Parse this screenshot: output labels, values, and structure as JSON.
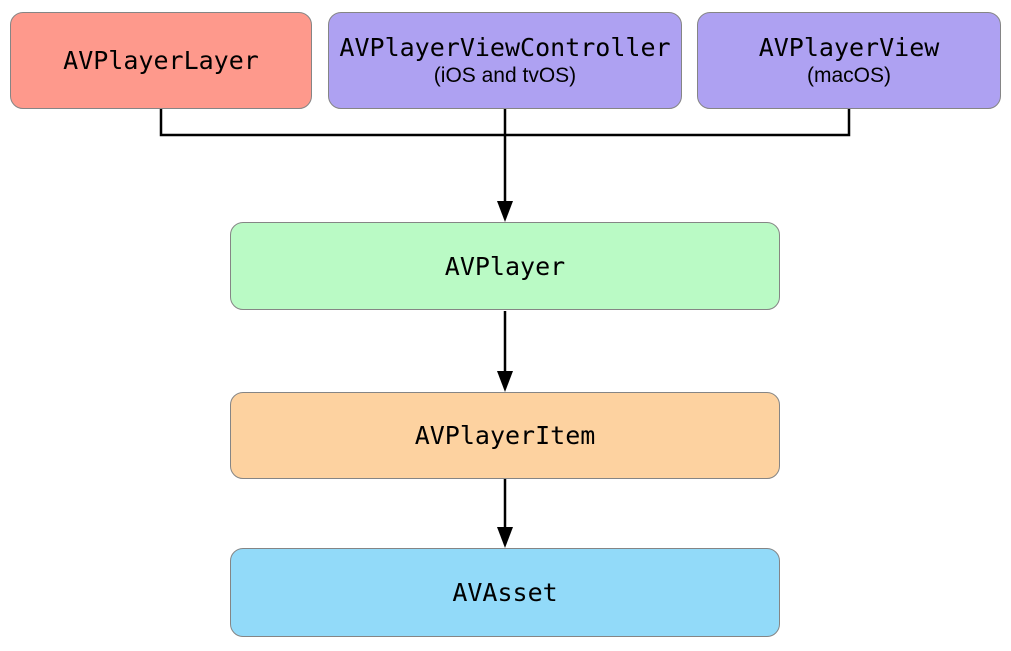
{
  "diagram": {
    "connector_color": "#000000",
    "node_border_color": "#858585",
    "nodes": [
      {
        "id": "AVPlayerLayer",
        "label": "AVPlayerLayer",
        "subtitle": "",
        "fill": "#fe998c"
      },
      {
        "id": "AVPlayerViewController",
        "label": "AVPlayerViewController",
        "subtitle": "(iOS and tvOS)",
        "fill": "#aea1f2"
      },
      {
        "id": "AVPlayerView",
        "label": "AVPlayerView",
        "subtitle": "(macOS)",
        "fill": "#aea1f2"
      },
      {
        "id": "AVPlayer",
        "label": "AVPlayer",
        "subtitle": "",
        "fill": "#bafac5"
      },
      {
        "id": "AVPlayerItem",
        "label": "AVPlayerItem",
        "subtitle": "",
        "fill": "#fdd2a0"
      },
      {
        "id": "AVAsset",
        "label": "AVAsset",
        "subtitle": "",
        "fill": "#92daf9"
      }
    ],
    "edges": [
      {
        "from": [
          "AVPlayerLayer",
          "AVPlayerViewController",
          "AVPlayerView"
        ],
        "to": "AVPlayer"
      },
      {
        "from": [
          "AVPlayer"
        ],
        "to": "AVPlayerItem"
      },
      {
        "from": [
          "AVPlayerItem"
        ],
        "to": "AVAsset"
      }
    ]
  }
}
